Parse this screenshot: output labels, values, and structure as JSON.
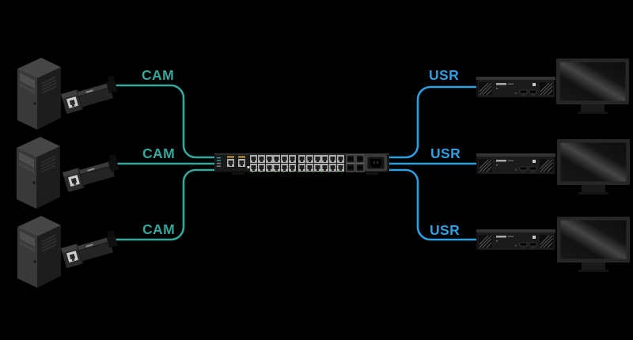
{
  "diagram": {
    "background": "#000000",
    "colors": {
      "cam_accent": "#35a79c",
      "usr_accent": "#2e9fe0",
      "led_green": "#3fae4a",
      "port_yellow": "#c9a23a"
    },
    "rows": [
      {
        "left_label": "CAM",
        "right_label": "USR"
      },
      {
        "left_label": "CAM",
        "right_label": "USR"
      },
      {
        "left_label": "CAM",
        "right_label": "USR"
      }
    ],
    "devices": {
      "source": "computer-tower",
      "transmitter": "cam-extender-transmitter",
      "switch": "network-switch",
      "receiver": "usr-extender-receiver",
      "display": "monitor-display"
    }
  }
}
